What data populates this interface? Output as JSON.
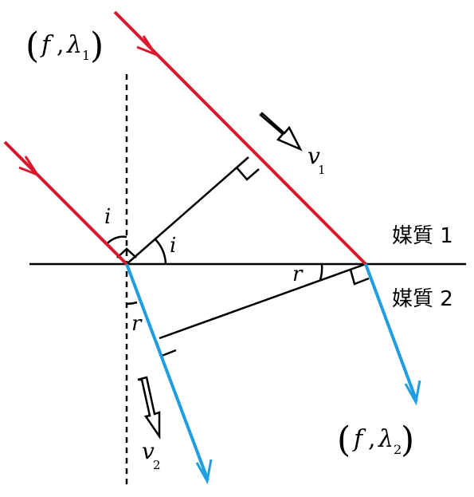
{
  "colors": {
    "incident": "#d9182b",
    "refracted": "#1f9de0",
    "line": "#000000"
  },
  "labels": {
    "incident_wave_open": "(",
    "incident_wave_f": "f",
    "incident_wave_comma": ",",
    "incident_wave_lambda": "λ",
    "incident_wave_sub": "1",
    "incident_wave_close": ")",
    "refracted_wave_open": "(",
    "refracted_wave_f": "f",
    "refracted_wave_comma": ",",
    "refracted_wave_lambda": "λ",
    "refracted_wave_sub": "2",
    "refracted_wave_close": ")",
    "v1": "v",
    "v1_sub": "1",
    "v2": "v",
    "v2_sub": "2",
    "angle_i_top": "i",
    "angle_i_wavefront": "i",
    "angle_r_normal": "r",
    "angle_r_wavefront": "r",
    "medium1": "媒質 1",
    "medium2": "媒質 2"
  },
  "icons": [
    "right-angle-marker",
    "velocity-arrow",
    "ray-arrowhead"
  ]
}
